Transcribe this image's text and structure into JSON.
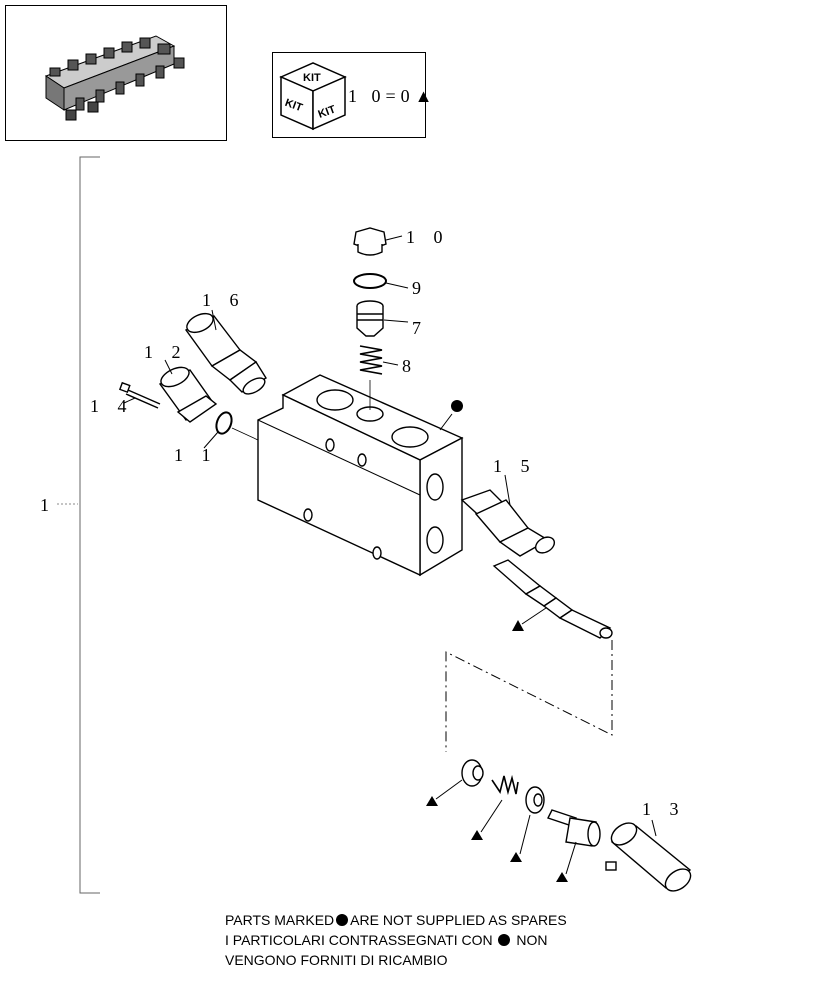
{
  "kit_box": {
    "cube_labels": [
      "KIT",
      "KIT",
      "KIT"
    ],
    "reference": "1 0",
    "symbols": "=0▲"
  },
  "callouts": [
    {
      "id": "assembly",
      "label": "1"
    },
    {
      "id": "plug",
      "label": "1 0"
    },
    {
      "id": "o-ring-upper",
      "label": "9"
    },
    {
      "id": "poppet",
      "label": "7"
    },
    {
      "id": "spring-upper",
      "label": "8"
    },
    {
      "id": "valve-cartridge-left",
      "label": "1 6"
    },
    {
      "id": "flange-cap",
      "label": "1 2"
    },
    {
      "id": "screw",
      "label": "1 4"
    },
    {
      "id": "o-ring-left",
      "label": "1 1"
    },
    {
      "id": "valve-cartridge-right",
      "label": "1 5"
    },
    {
      "id": "sleeve",
      "label": "1 3"
    }
  ],
  "note": {
    "line1_a": "PARTS MARKED",
    "line1_b": "ARE NOT SUPPLIED AS SPARES",
    "line2_a": "I  PARTICOLARI  CONTRASSEGNATI  CON",
    "line2_b": "NON",
    "line3": "VENGONO FORNITI DI RICAMBIO"
  }
}
